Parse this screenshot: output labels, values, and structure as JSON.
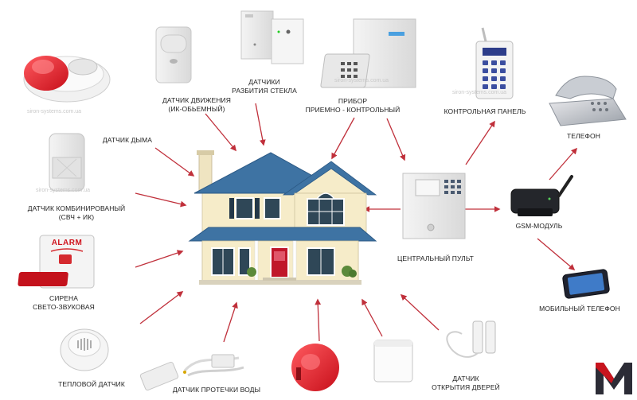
{
  "labels": {
    "motion_sensor": [
      "ДАТЧИК ДВИЖЕНИЯ",
      "(ИК-ОБЬЕМНЫЙ)"
    ],
    "glass_break": [
      "ДАТЧИКИ",
      "РАЗБИТИЯ СТЕКЛА"
    ],
    "control_device": [
      "ПРИБОР",
      "ПРИЕМНО - КОНТРОЛЬНЫЙ"
    ],
    "control_panel": "КОНТРОЛЬНАЯ ПАНЕЛЬ",
    "telephone": "ТЕЛЕФОН",
    "smoke_sensor": "ДАТЧИК ДЫМА",
    "combined_sensor": [
      "ДАТЧИК КОМБИНИРОВАНЫЙ",
      "(СВЧ + ИК)"
    ],
    "gsm_module": "GSM-МОДУЛЬ",
    "central_console": "ЦЕНТРАЛЬНЫЙ ПУЛЬТ",
    "siren": [
      "СИРЕНА",
      "СВЕТО-ЗВУКОВАЯ"
    ],
    "mobile_phone": "МОБИЛЬНЫЙ ТЕЛЕФОН",
    "heat_sensor": "ТЕПЛОВОЙ ДАТЧИК",
    "leak_sensor": "ДАТЧИК ПРОТЕЧКИ ВОДЫ",
    "door_sensor": [
      "ДАТЧИК",
      "ОТКРЫТИЯ ДВЕРЕЙ"
    ]
  },
  "device_text": {
    "alarm": "ALARM"
  },
  "watermarks": {
    "site": "siron-systems.com.ua"
  },
  "logo": {
    "letter": "M"
  },
  "colors": {
    "arrow": "#c0303b",
    "roof": "#3e73a3",
    "house_wall": "#f6ecc9",
    "door": "#c0172a",
    "siren_red": "#d8141e",
    "logo_red": "#c8141e",
    "logo_dark": "#2c2c36"
  }
}
